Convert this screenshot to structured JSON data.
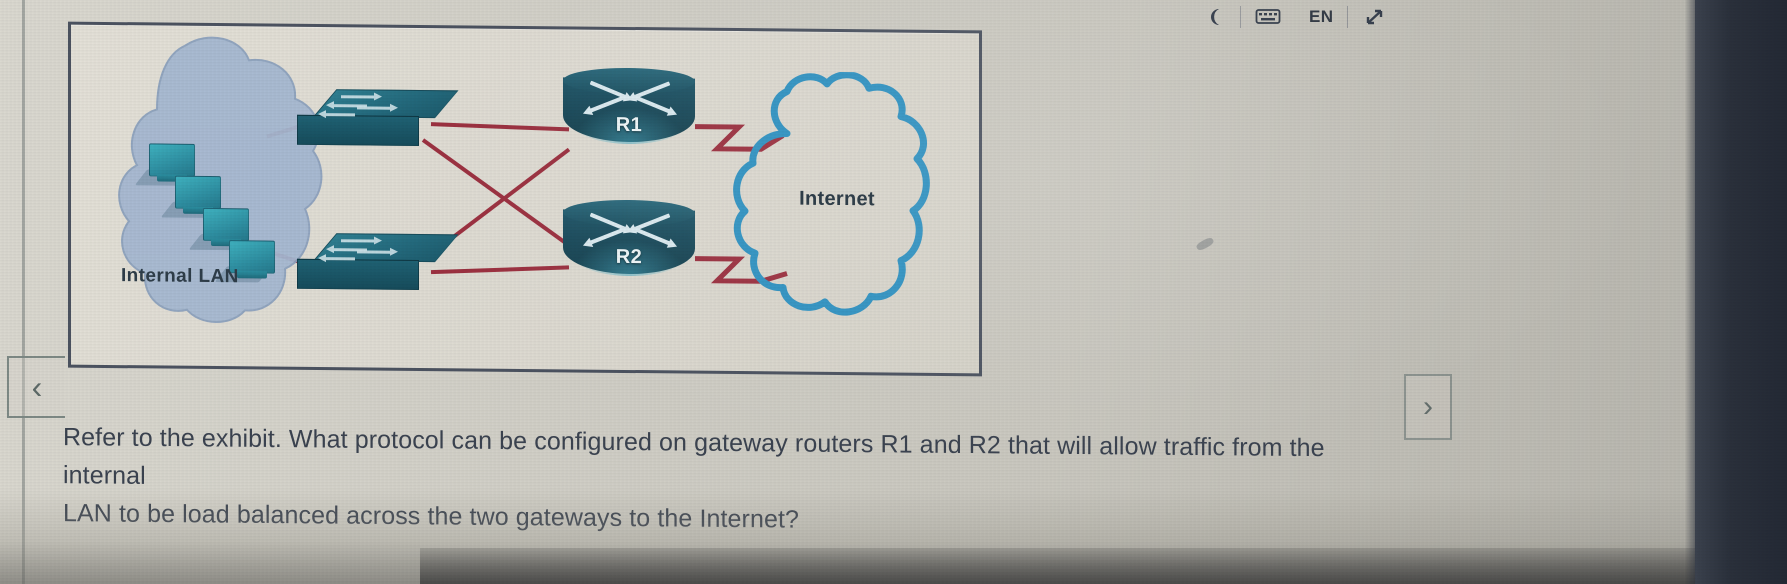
{
  "taskbar": {
    "items": [
      {
        "name": "notification-icon",
        "glyph": "◑"
      },
      {
        "name": "keyboard-icon",
        "glyph": "⌨"
      },
      {
        "name": "language-indicator",
        "label": "EN"
      },
      {
        "name": "expand-icon",
        "glyph": "↗"
      }
    ]
  },
  "exhibit": {
    "lan": {
      "label": "Internal LAN",
      "host_count": 4
    },
    "routers": [
      {
        "id": "R1",
        "label": "R1"
      },
      {
        "id": "R2",
        "label": "R2"
      }
    ],
    "switches": [
      {
        "id": "sw-top",
        "label": ""
      },
      {
        "id": "sw-bottom",
        "label": ""
      }
    ],
    "internet": {
      "label": "Internet"
    },
    "colors": {
      "link": "#9c3040",
      "device": "#1d5263",
      "internet_cloud": "#2d8fbf",
      "lan_cloud": "#9fb4cf",
      "panel_border": "#4b5260"
    }
  },
  "question": {
    "line1": "Refer to the exhibit. What protocol can be configured on gateway routers R1 and R2 that will allow traffic from the internal",
    "line2": "LAN to be load balanced across the two gateways to the Internet?"
  },
  "nav": {
    "prev_glyph": "‹",
    "next_glyph": "›"
  }
}
